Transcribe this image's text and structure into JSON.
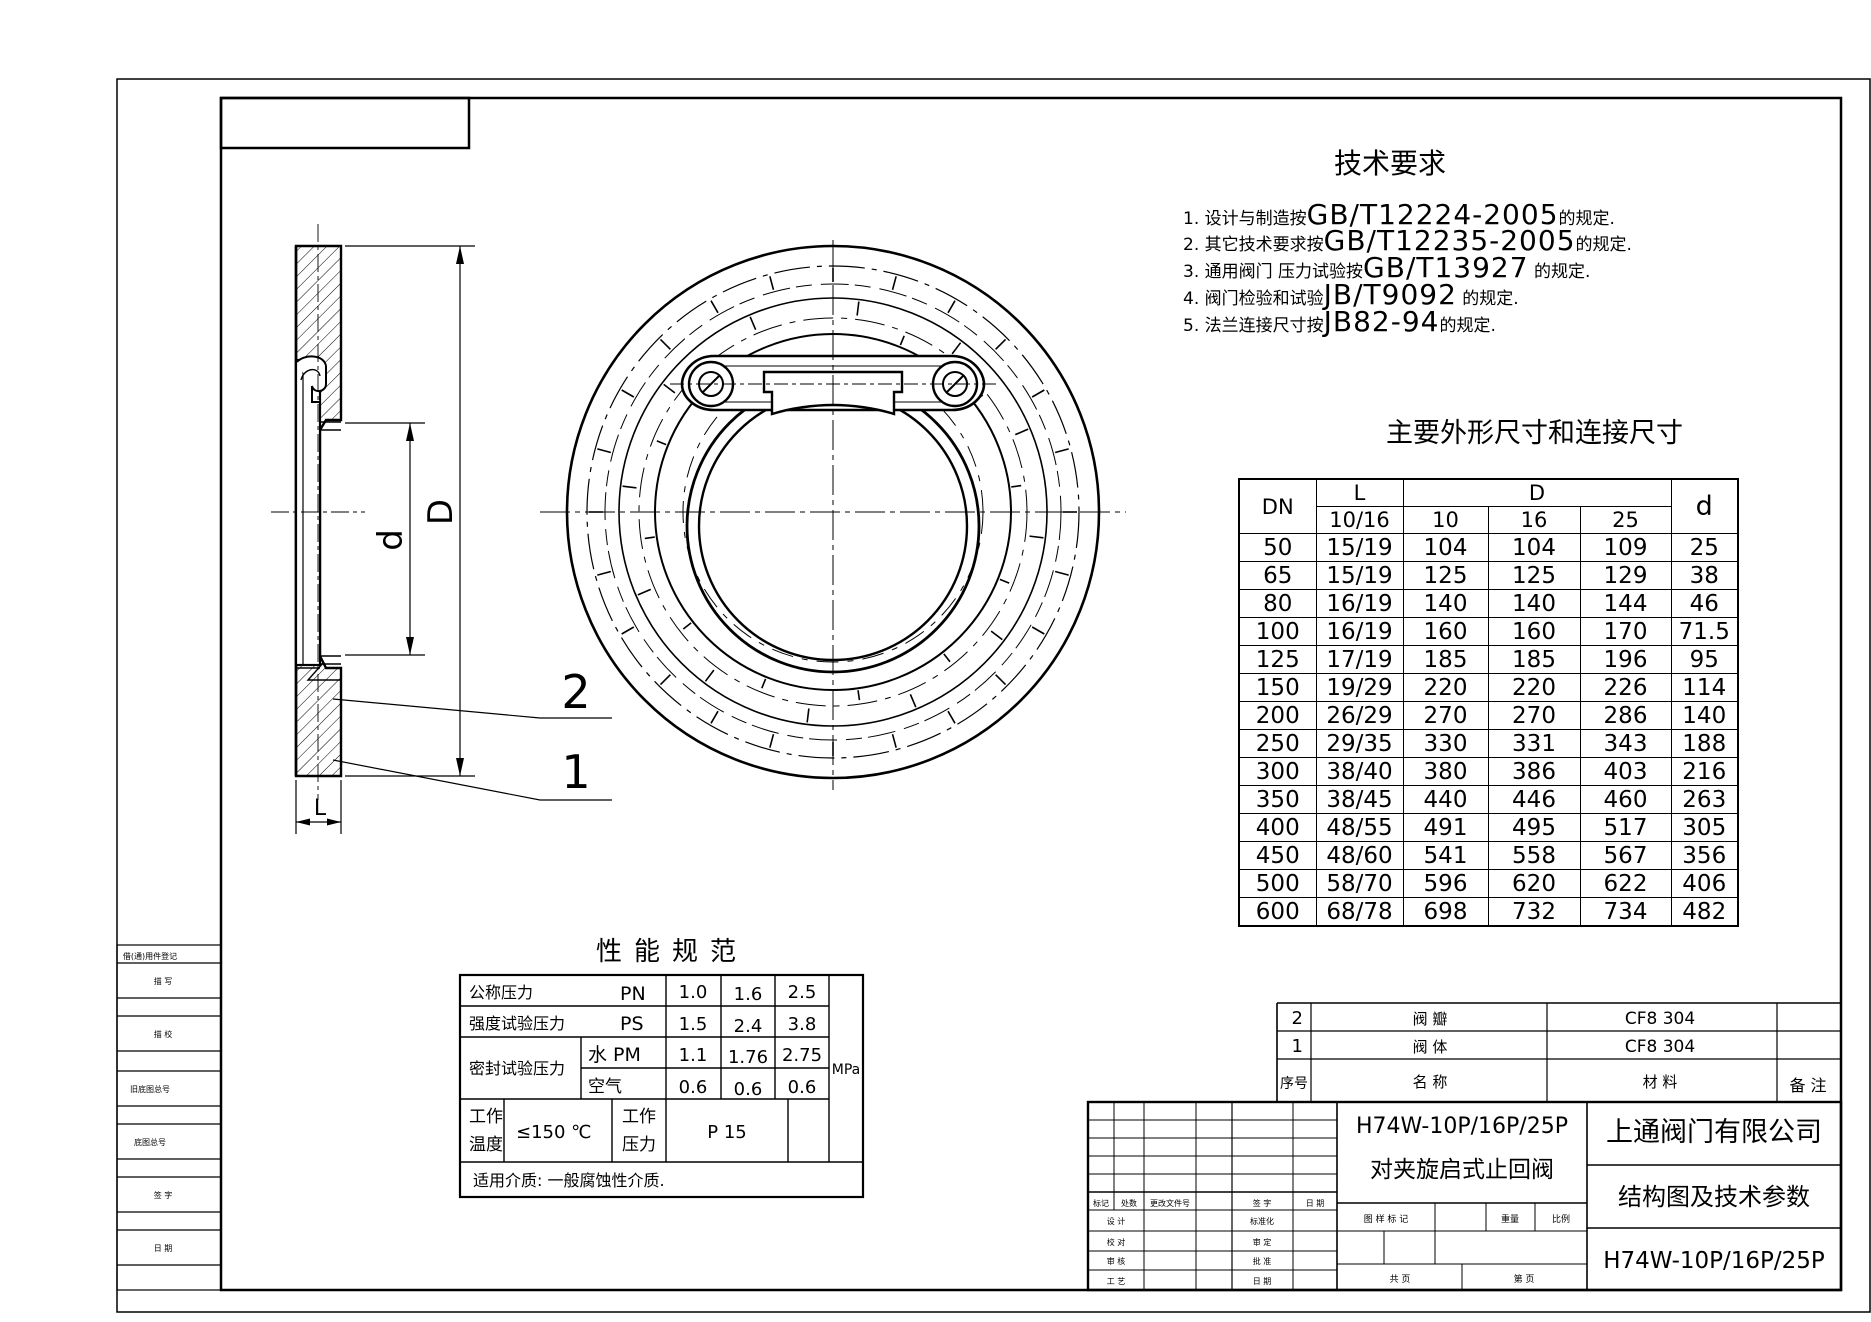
{
  "labels": {
    "D": "D",
    "d": "d",
    "L": "L",
    "part1": "1",
    "part2": "2"
  },
  "tech_requirements": {
    "title": "技术要求",
    "items": [
      {
        "prefix": "1. 设计与制造按",
        "code": "GB/T12224-2005",
        "suffix": "的规定."
      },
      {
        "prefix": "2. 其它技术要求按",
        "code": "GB/T12235-2005",
        "suffix": "的规定."
      },
      {
        "prefix": "3. 通用阀门  压力试验按",
        "code": "GB/T13927",
        "suffix": "  的规定."
      },
      {
        "prefix": "4. 阀门检验和试验",
        "code": "JB/T9092",
        "suffix": "  的规定."
      },
      {
        "prefix": "5.  法兰连接尺寸按",
        "code": "JB82-94",
        "suffix": "的规定."
      }
    ]
  },
  "dimensions": {
    "title": "主要外形尺寸和连接尺寸",
    "headers": {
      "dn": "DN",
      "l": "L",
      "l_sub": "10/16",
      "d_outer": "D",
      "d10": "10",
      "d16": "16",
      "d25": "25",
      "d_inner": "d"
    },
    "rows": [
      [
        "50",
        "15/19",
        "104",
        "104",
        "109",
        "25"
      ],
      [
        "65",
        "15/19",
        "125",
        "125",
        "129",
        "38"
      ],
      [
        "80",
        "16/19",
        "140",
        "140",
        "144",
        "46"
      ],
      [
        "100",
        "16/19",
        "160",
        "160",
        "170",
        "71.5"
      ],
      [
        "125",
        "17/19",
        "185",
        "185",
        "196",
        "95"
      ],
      [
        "150",
        "19/29",
        "220",
        "220",
        "226",
        "114"
      ],
      [
        "200",
        "26/29",
        "270",
        "270",
        "286",
        "140"
      ],
      [
        "250",
        "29/35",
        "330",
        "331",
        "343",
        "188"
      ],
      [
        "300",
        "38/40",
        "380",
        "386",
        "403",
        "216"
      ],
      [
        "350",
        "38/45",
        "440",
        "446",
        "460",
        "263"
      ],
      [
        "400",
        "48/55",
        "491",
        "495",
        "517",
        "305"
      ],
      [
        "450",
        "48/60",
        "541",
        "558",
        "567",
        "356"
      ],
      [
        "500",
        "58/70",
        "596",
        "620",
        "622",
        "406"
      ],
      [
        "600",
        "68/78",
        "698",
        "732",
        "734",
        "482"
      ]
    ]
  },
  "performance": {
    "title": "性能规范",
    "nominal_pressure": "公称压力",
    "pn": "PN",
    "pn_values": [
      "1.0",
      "1.6",
      "2.5"
    ],
    "strength_test": "强度试验压力",
    "ps": "PS",
    "ps_values": [
      "1.5",
      "2.4",
      "3.8"
    ],
    "seal_test": "密封试验压力",
    "water_pm": "水  PM",
    "pm_values": [
      "1.1",
      "1.76",
      "2.75"
    ],
    "air": "空气",
    "air_values": [
      "0.6",
      "0.6",
      "0.6"
    ],
    "unit": "MPa",
    "work_temp_1": "工作",
    "work_temp_2": "温度",
    "temp_value": "≤150  ℃",
    "work_press_1": "工作",
    "work_press_2": "压力",
    "press_value": "P  15",
    "medium": "适用介质:  一般腐蚀性介质."
  },
  "parts_list": {
    "rows": [
      {
        "no": "2",
        "name": "阀      瓣",
        "material": "CF8  304"
      },
      {
        "no": "1",
        "name": "阀      体",
        "material": "CF8  304"
      }
    ],
    "header": {
      "no": "序号",
      "name": "名            称",
      "material": "材        料",
      "remark": "备  注"
    }
  },
  "title_block": {
    "model": "H74W-10P/16P/25P",
    "product_name": "对夹旋启式止回阀",
    "company": "上通阀门有限公司",
    "drawing_title": "结构图及技术参数",
    "drawing_no": "H74W-10P/16P/25P",
    "rev_headers": [
      "标记",
      "处数",
      "更改文件号",
      "签   字",
      "日   期"
    ],
    "approvals_left": [
      "设   计",
      "校   对",
      "审   核",
      "工   艺"
    ],
    "approvals_right": [
      "标准化",
      "审   定",
      "批   准",
      "日   期"
    ],
    "stage_headers": [
      "图   样   标   记",
      "重量",
      "比例"
    ],
    "sheet_total": "共        页",
    "sheet_no": "第        页"
  },
  "side_strip": {
    "items": [
      "借(通)用件登记",
      "描      写",
      "描      校",
      "旧底图总号",
      "底图总号",
      "签      字",
      "日      期"
    ]
  }
}
